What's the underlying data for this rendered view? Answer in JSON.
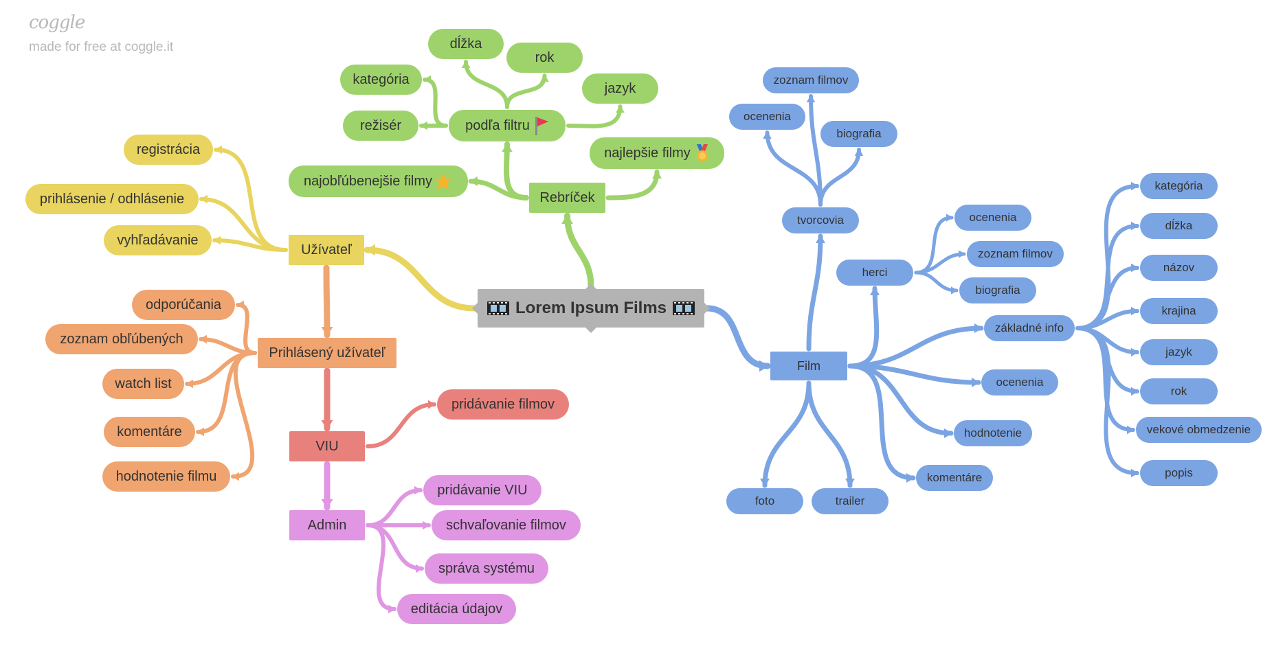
{
  "branding": {
    "logo_text": "coggle",
    "tagline": "made for free at coggle.it"
  },
  "colors": {
    "root": "#b3b3b3",
    "yellow": "#e8d45e",
    "orange": "#f0a46f",
    "red": "#e8807c",
    "pink": "#e096e3",
    "green": "#9ed36b",
    "blue": "#7ba4e3"
  },
  "root": {
    "label": "Lorem Ipsum Films",
    "icon": "film-frames-icon"
  },
  "branches": {
    "uzivatel": {
      "label": "Užívateľ",
      "children": [
        "registrácia",
        "prihlásenie / odhlásenie",
        "vyhľadávanie"
      ]
    },
    "prihlaseny": {
      "label": "Prihlásený užívateľ",
      "children": [
        "odporúčania",
        "zoznam obľúbených",
        "watch list",
        "komentáre",
        "hodnotenie filmu"
      ]
    },
    "viu": {
      "label": "VIU",
      "children": [
        "pridávanie filmov"
      ]
    },
    "admin": {
      "label": "Admin",
      "children": [
        "pridávanie VIU",
        "schvaľovanie filmov",
        "správa systému",
        "editácia údajov"
      ]
    },
    "rebricek": {
      "label": "Rebríček",
      "filter": {
        "label": "podľa filtru",
        "icon": "red-flag-icon",
        "children": [
          "dĺžka",
          "rok",
          "kategória",
          "jazyk",
          "režisér"
        ]
      },
      "najlepsie": {
        "label": "najlepšie filmy",
        "icon": "medal-icon"
      },
      "oblubene": {
        "label": "najobľúbenejšie filmy",
        "icon": "star-icon"
      }
    },
    "film": {
      "label": "Film",
      "tvorcovia": {
        "label": "tvorcovia",
        "children": [
          "zoznam filmov",
          "ocenenia",
          "biografia"
        ]
      },
      "herci": {
        "label": "herci",
        "children": [
          "ocenenia",
          "zoznam filmov",
          "biografia"
        ]
      },
      "zakladne": {
        "label": "základné info",
        "children": [
          "kategória",
          "dĺžka",
          "názov",
          "krajina",
          "jazyk",
          "rok",
          "vekové obmedzenie",
          "popis"
        ]
      },
      "ocenenia": "ocenenia",
      "hodnotenie": "hodnotenie",
      "komentare": "komentáre",
      "foto": "foto",
      "trailer": "trailer"
    }
  }
}
